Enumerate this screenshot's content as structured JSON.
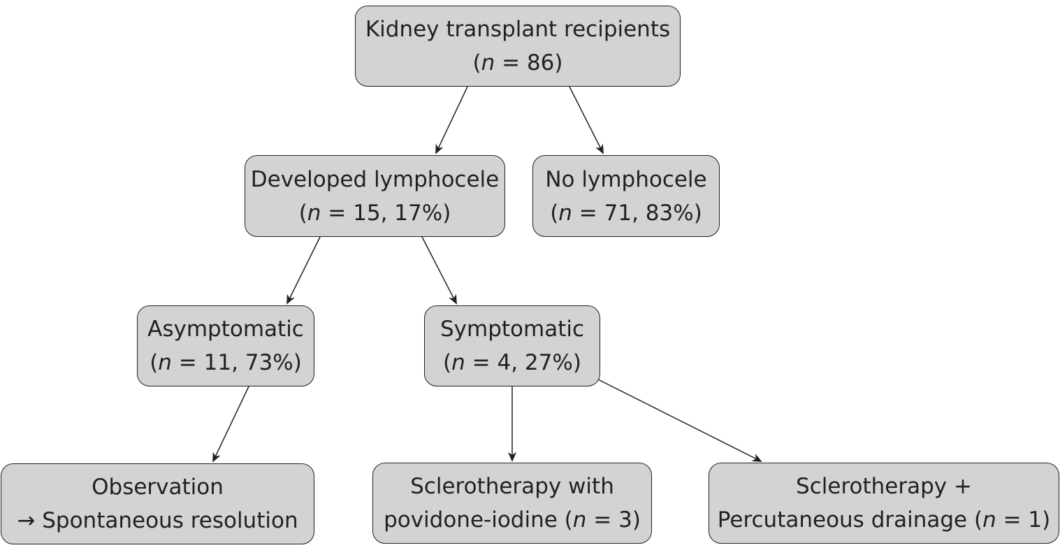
{
  "nodes": {
    "recipients": {
      "label": "Kidney transplant recipients",
      "pre": "(",
      "n_var": "n",
      "post": " = 86)"
    },
    "lymphocele": {
      "label": "Developed lymphocele",
      "pre": "(",
      "n_var": "n",
      "post": " = 15, 17%)"
    },
    "no_lymphocele": {
      "label": "No lymphocele",
      "pre": "(",
      "n_var": "n",
      "post": " = 71, 83%)"
    },
    "asymptomatic": {
      "label": "Asymptomatic",
      "pre": "(",
      "n_var": "n",
      "post": " = 11, 73%)"
    },
    "symptomatic": {
      "label": "Symptomatic",
      "pre": "(",
      "n_var": "n",
      "post": " = 4, 27%)"
    },
    "observation": {
      "line1": "Observation",
      "line2": "→ Spontaneous resolution"
    },
    "sclero_povidone": {
      "line1": "Sclerotherapy with",
      "pre": "povidone-iodine (",
      "n_var": "n",
      "post": " = 3)"
    },
    "sclero_drainage": {
      "line1": "Sclerotherapy +",
      "pre": "Percutaneous drainage (",
      "n_var": "n",
      "post": " = 1)"
    }
  },
  "edges": [
    {
      "from": "recipients",
      "to": "lymphocele"
    },
    {
      "from": "recipients",
      "to": "no_lymphocele"
    },
    {
      "from": "lymphocele",
      "to": "asymptomatic"
    },
    {
      "from": "lymphocele",
      "to": "symptomatic"
    },
    {
      "from": "asymptomatic",
      "to": "observation"
    },
    {
      "from": "symptomatic",
      "to": "sclero_povidone"
    },
    {
      "from": "symptomatic",
      "to": "sclero_drainage"
    }
  ],
  "colors": {
    "box_fill": "#d3d3d3",
    "stroke": "#231f20",
    "text": "#231f20",
    "background": "#ffffff"
  }
}
